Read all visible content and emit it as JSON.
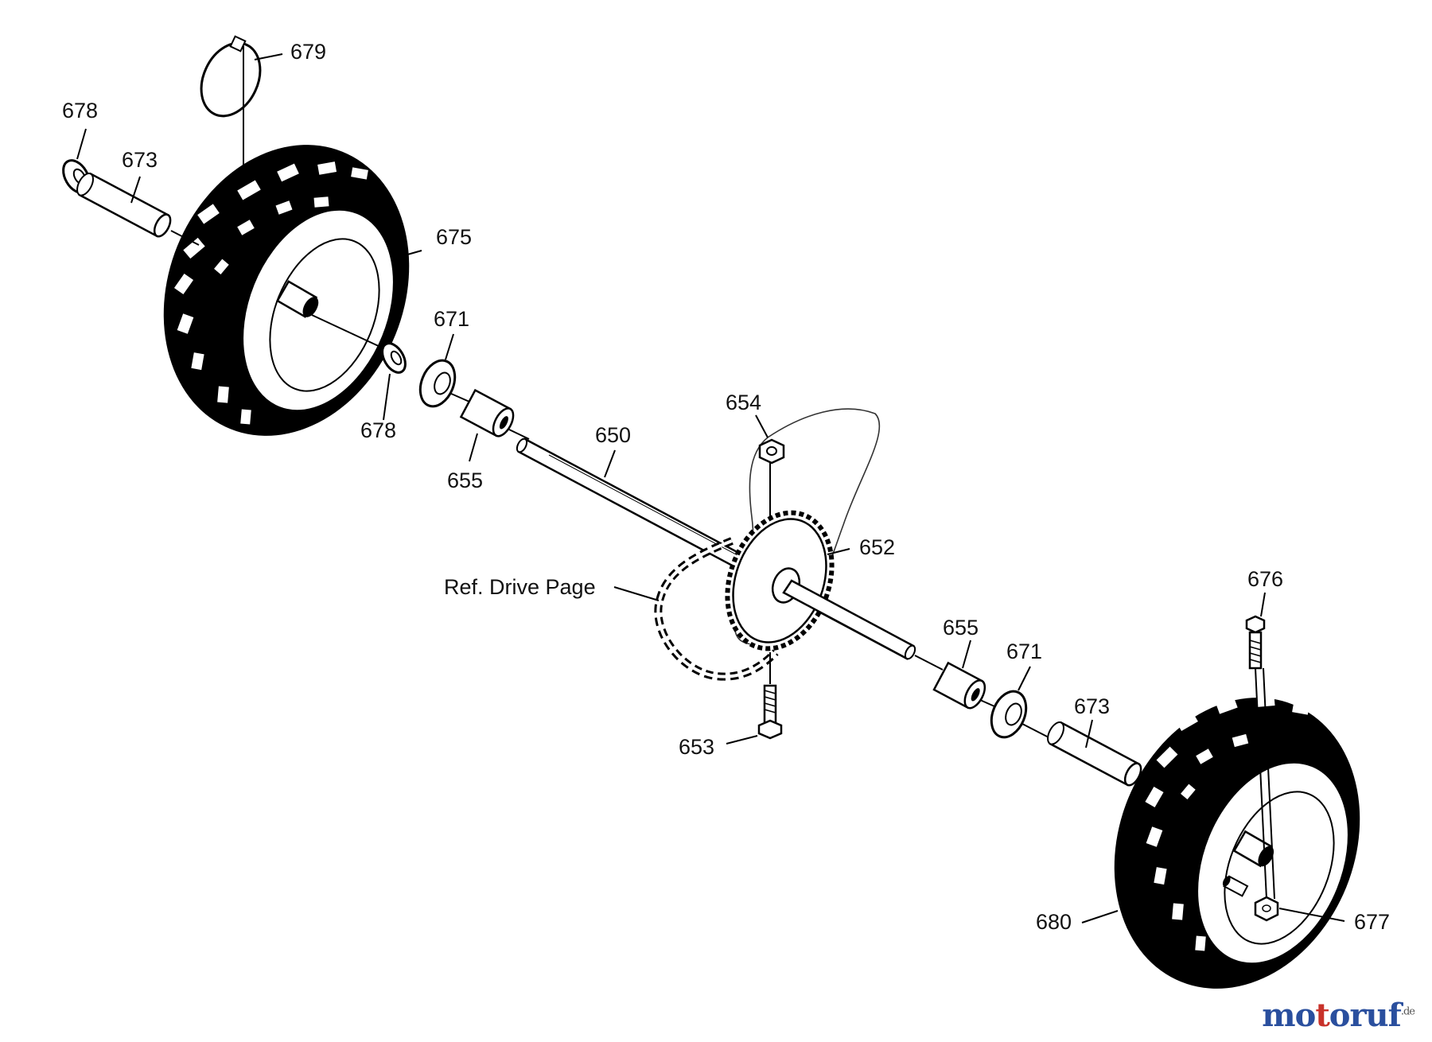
{
  "labels": {
    "p679": "679",
    "p678_top": "678",
    "p673_left": "673",
    "p675": "675",
    "p671_left": "671",
    "p678_mid": "678",
    "p655_left": "655",
    "p654": "654",
    "p650": "650",
    "p652": "652",
    "ref_drive": "Ref. Drive Page",
    "p676": "676",
    "p655_right": "655",
    "p671_right": "671",
    "p673_right": "673",
    "p653": "653",
    "p680": "680",
    "p677": "677"
  },
  "watermark": {
    "mo": "mo",
    "t": "t",
    "oruf": "oruf",
    "suffix": ".de",
    "colors": {
      "blue": "#2a4f9e",
      "red": "#c8322a"
    }
  }
}
